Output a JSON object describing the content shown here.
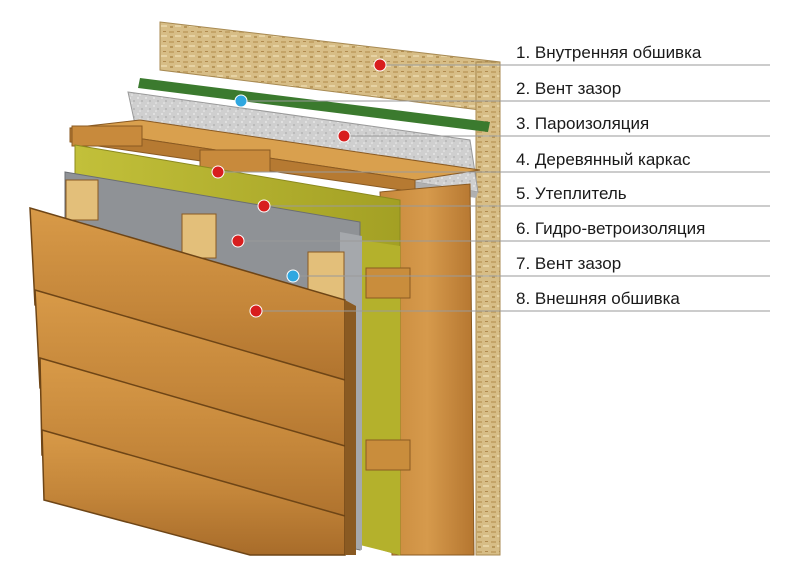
{
  "diagram": {
    "layers": [
      {
        "number": "1",
        "label": "1. Внутренняя обшивка",
        "marker": "red"
      },
      {
        "number": "2",
        "label": "2. Вент зазор",
        "marker": "blue"
      },
      {
        "number": "3",
        "label": "3. Пароизоляция",
        "marker": "red"
      },
      {
        "number": "4",
        "label": "4. Деревянный каркас",
        "marker": "red"
      },
      {
        "number": "5",
        "label": "5. Утеплитель",
        "marker": "red"
      },
      {
        "number": "6",
        "label": "6. Гидро-ветроизоляция",
        "marker": "red"
      },
      {
        "number": "7",
        "label": "7. Вент зазор",
        "marker": "blue"
      },
      {
        "number": "8",
        "label": "8. Внешняя обшивка",
        "marker": "red"
      }
    ]
  },
  "colors": {
    "marker_red": "#d81e1e",
    "marker_blue": "#2fa7e0",
    "leader_line": "#9a9a9a",
    "osb": "#d9c08a",
    "wood": "#c98d3c",
    "wood_dark": "#8a5a22",
    "insulation": "#b9b62a",
    "membrane": "#8f9296",
    "vapor_barrier": "#c9c9c9",
    "green_film": "#3b7a2e"
  }
}
